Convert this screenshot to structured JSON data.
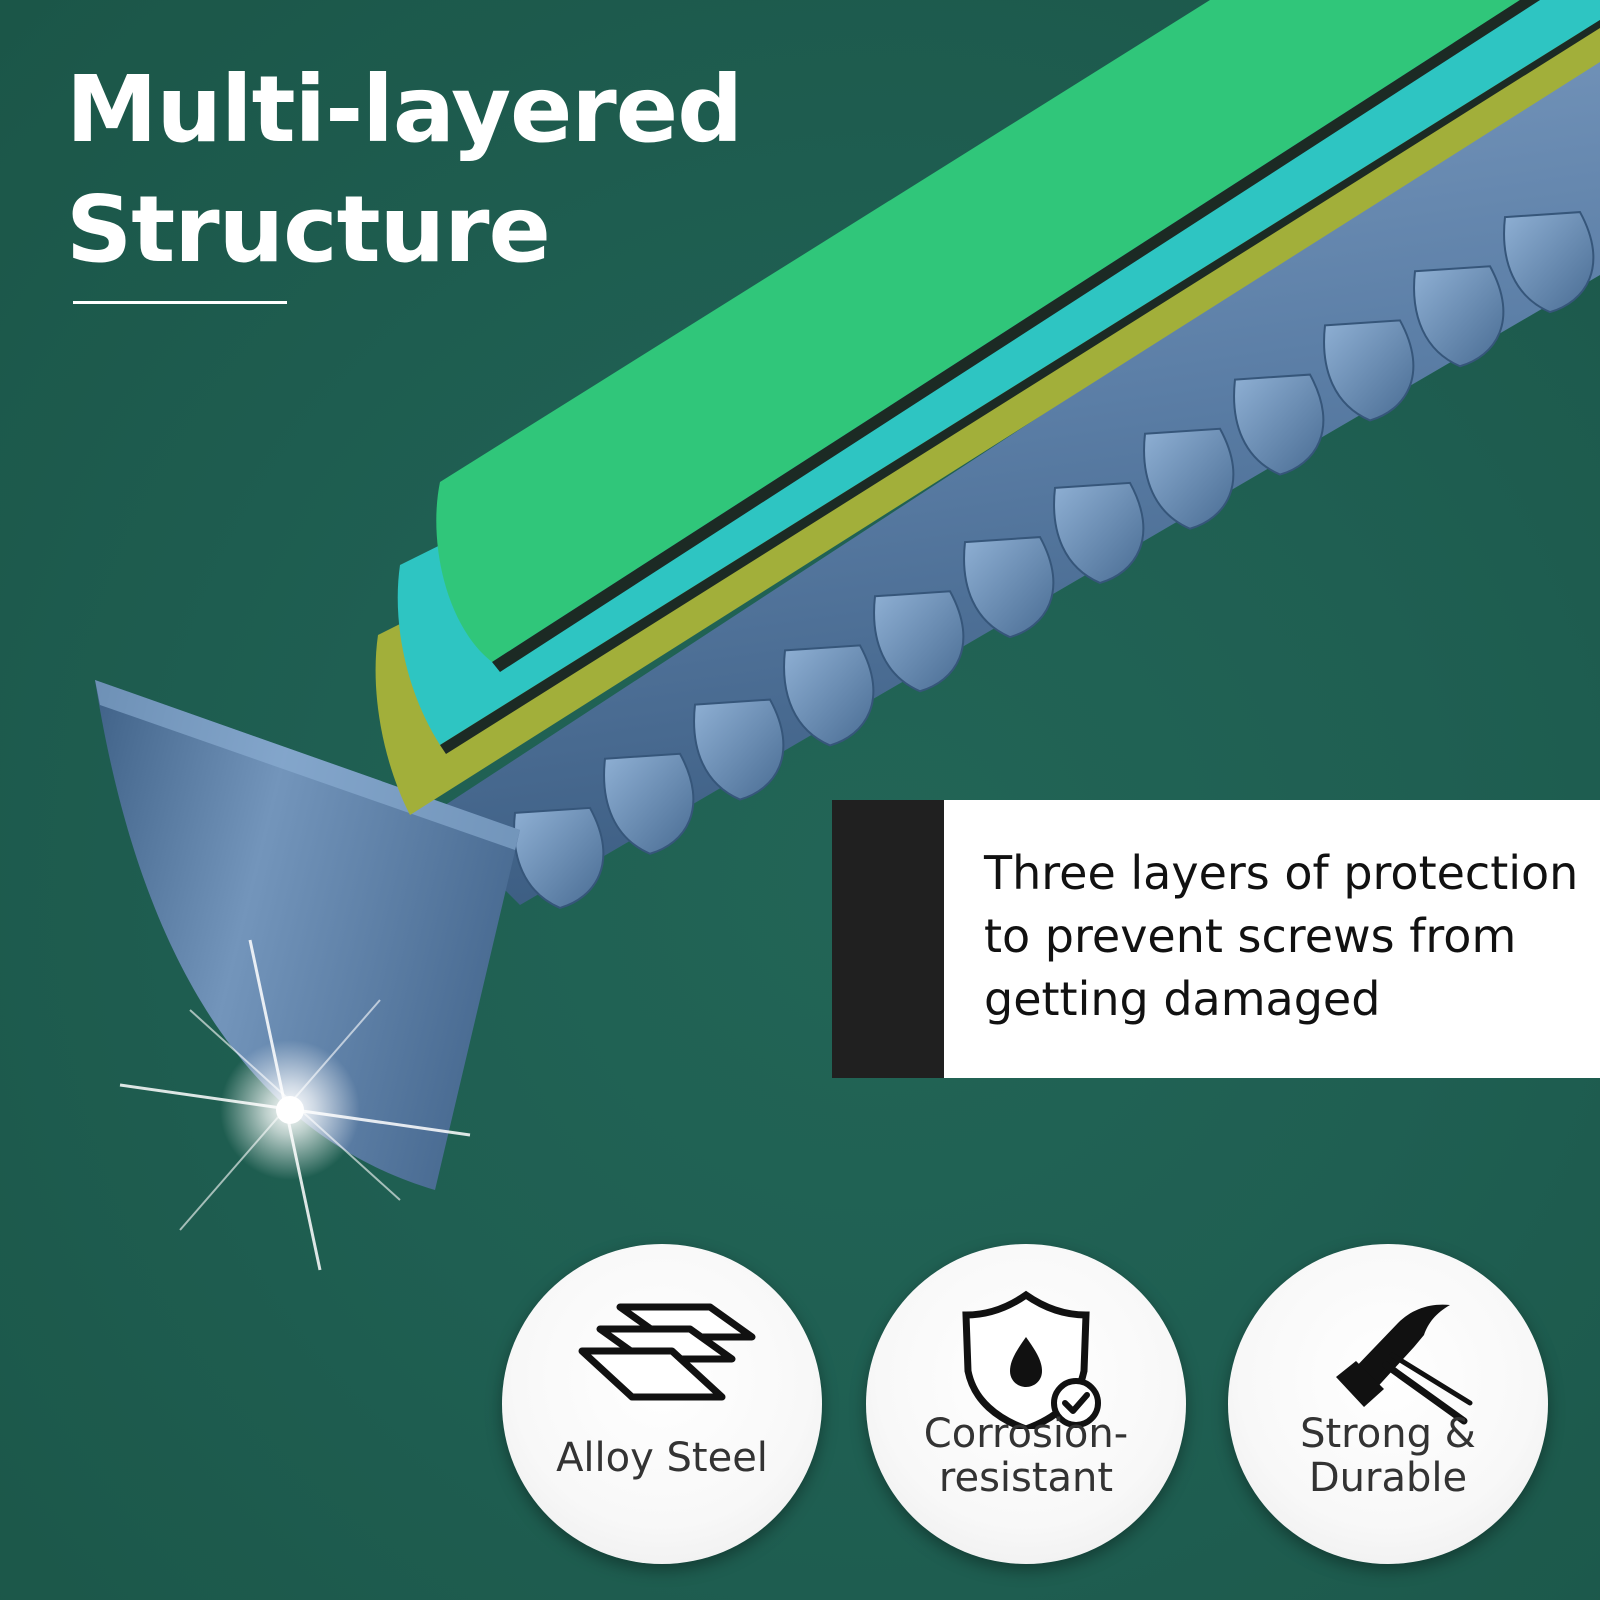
{
  "headline": {
    "line1": "Multi-layered",
    "line2": "Structure"
  },
  "callout": {
    "text": "Three layers of protection to prevent screws from getting damaged"
  },
  "features": [
    {
      "icon": "stacked-layers-icon",
      "label_line1": "Alloy Steel"
    },
    {
      "icon": "shield-droplet-check-icon",
      "label_line1": "Corrosion-",
      "label_line2": "resistant"
    },
    {
      "icon": "hammer-icon",
      "label_line1": "Strong &",
      "label_line2": "Durable"
    }
  ],
  "colors": {
    "background": "#1f5f52",
    "layer_outer": "#30c67a",
    "layer_middle": "#2ec5c2",
    "layer_inner": "#a2af3a",
    "screw": "#5a7fa8"
  }
}
